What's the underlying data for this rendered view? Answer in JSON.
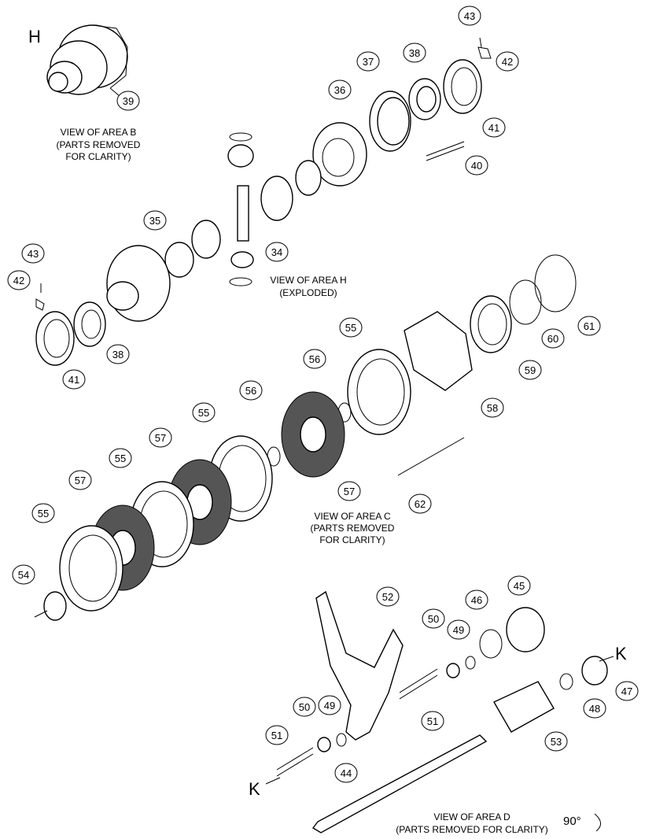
{
  "views": {
    "area_b": [
      "VIEW OF AREA B",
      "(PARTS REMOVED",
      "FOR CLARITY)"
    ],
    "area_h": [
      "VIEW OF AREA H",
      "(EXPLODED)"
    ],
    "area_c": [
      "VIEW OF AREA C",
      "(PARTS REMOVED",
      "FOR CLARITY)"
    ],
    "area_d": [
      "VIEW OF AREA D",
      "(PARTS REMOVED FOR CLARITY)"
    ]
  },
  "markers": {
    "h": "H",
    "k1": "K",
    "k2": "K",
    "rotation": "90°"
  },
  "callouts": {
    "c39": "39",
    "c43a": "43",
    "c42a": "42",
    "c37": "37",
    "c38a": "38",
    "c36": "36",
    "c41a": "41",
    "c40": "40",
    "c35": "35",
    "c34": "34",
    "c43b": "43",
    "c42b": "42",
    "c38b": "38",
    "c41b": "41",
    "c61": "61",
    "c60": "60",
    "c59": "59",
    "c55a": "55",
    "c56a": "56",
    "c58": "58",
    "c56b": "56",
    "c55b": "55",
    "c57a": "57",
    "c62": "62",
    "c57b": "57",
    "c55c": "55",
    "c57c": "57",
    "c55d": "55",
    "c54": "54",
    "c52": "52",
    "c45": "45",
    "c50a": "50",
    "c46": "46",
    "c49a": "49",
    "c47": "47",
    "c48": "48",
    "c51a": "51",
    "c50b": "50",
    "c49b": "49",
    "c53": "53",
    "c51b": "51",
    "c44": "44"
  }
}
